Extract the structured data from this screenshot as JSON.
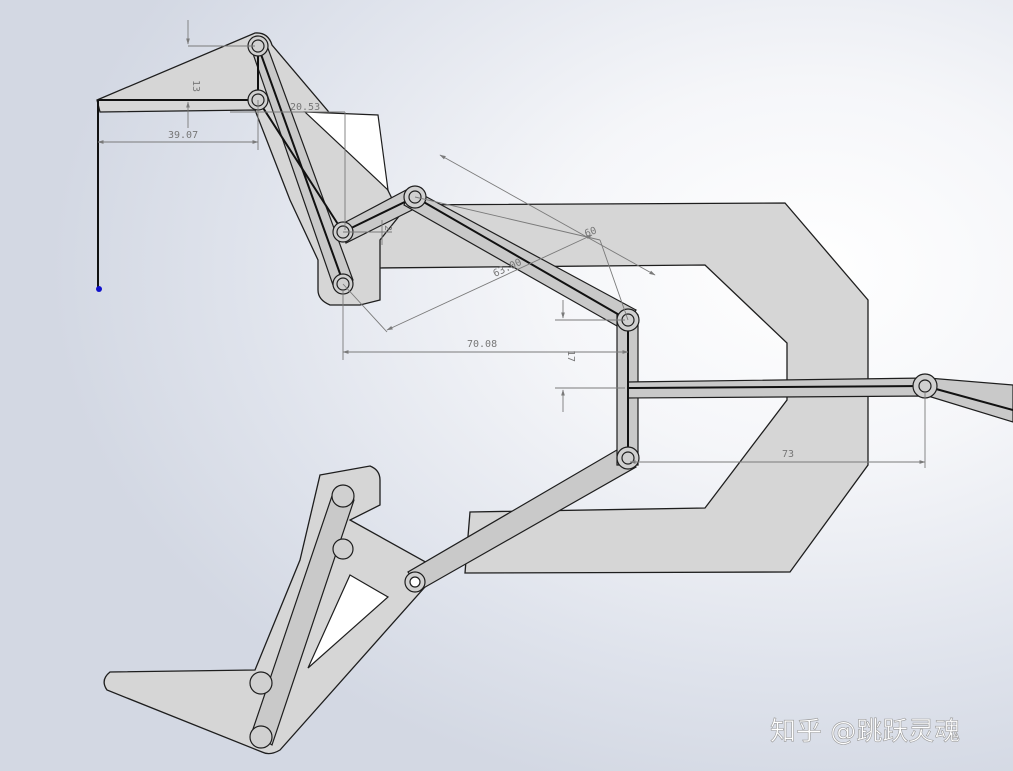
{
  "dimensions": {
    "d1": "13",
    "d2": "20.53",
    "d3": "39.07",
    "d4": "2",
    "d5": "60",
    "d6": "63.00",
    "d7": "70.08",
    "d8": "17",
    "d9": "73"
  },
  "watermark": "知乎 @跳跃灵魂",
  "colors": {
    "part_fill": "#d6d6d6",
    "outline": "#1e1e1e",
    "dimension": "#7a7a7a",
    "sketch_point": "#1010cc"
  }
}
